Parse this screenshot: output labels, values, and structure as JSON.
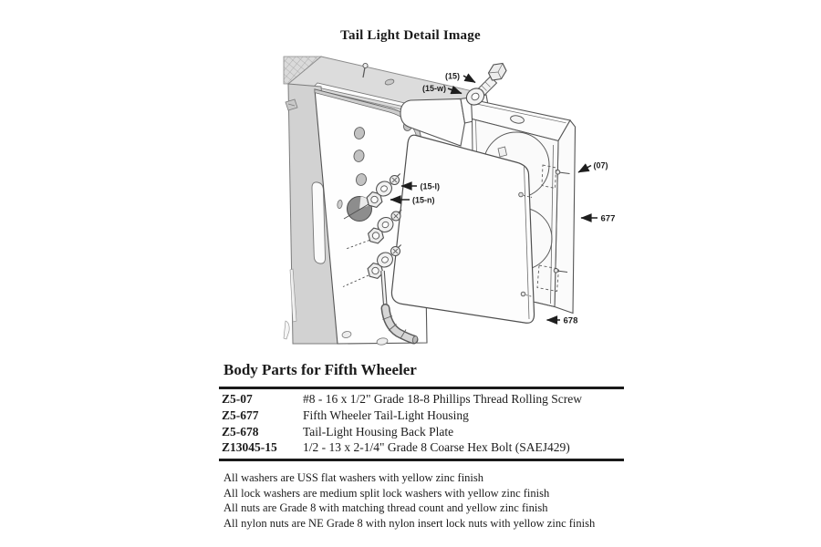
{
  "title": "Tail Light Detail Image",
  "parts_table": {
    "heading": "Body Parts for Fifth Wheeler",
    "rows": [
      {
        "part_number": "Z5-07",
        "description": "#8 - 16 x 1/2\" Grade 18-8 Phillips Thread Rolling Screw"
      },
      {
        "part_number": "Z5-677",
        "description": "Fifth Wheeler Tail-Light Housing"
      },
      {
        "part_number": "Z5-678",
        "description": "Tail-Light Housing Back Plate"
      },
      {
        "part_number": "Z13045-15",
        "description": "1/2 - 13 x 2-1/4\" Grade 8 Coarse Hex Bolt (SAEJ429)"
      }
    ]
  },
  "notes": [
    "All washers are USS flat washers with yellow zinc finish",
    "All lock washers are medium split lock washers with yellow zinc finish",
    "All nuts are Grade 8 with matching thread count and yellow zinc finish",
    "All nylon nuts are NE Grade 8 with nylon insert lock nuts with yellow zinc finish"
  ],
  "diagram": {
    "callouts": {
      "bolt": "(15)",
      "washer": "(15-w)",
      "lock_washer": "(15-l)",
      "nut": "(15-n)",
      "screw": "(07)",
      "housing": "677",
      "back_plate": "678"
    }
  },
  "colors": {
    "background": "#ffffff",
    "ink": "#1b1b1b",
    "diagram_line": "#4d4d4d",
    "panel_gray": "#d2d2d2"
  }
}
